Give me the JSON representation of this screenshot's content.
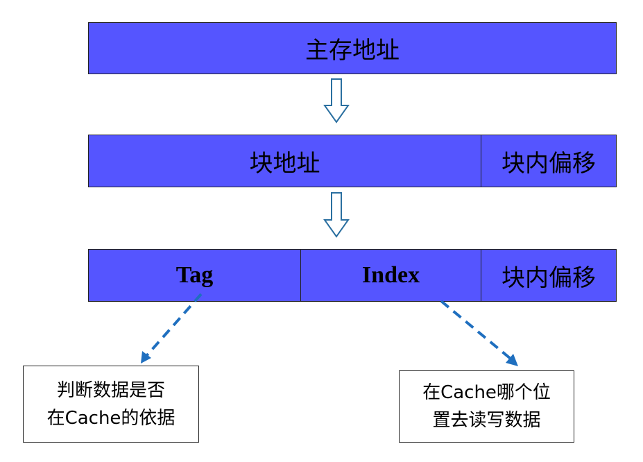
{
  "row1": {
    "main": "主存地址"
  },
  "row2": {
    "block_address": "块地址",
    "block_offset": "块内偏移"
  },
  "row3": {
    "tag": "Tag",
    "index": "Index",
    "block_offset": "块内偏移"
  },
  "note_tag": {
    "line1": "判断数据是否",
    "line2": "在Cache的依据"
  },
  "note_index": {
    "line1": "在Cache哪个位",
    "line2": "置去读写数据"
  },
  "colors": {
    "bar_fill": "#5555ff",
    "arrow_dash": "#1f6fbf",
    "border": "#222222"
  }
}
